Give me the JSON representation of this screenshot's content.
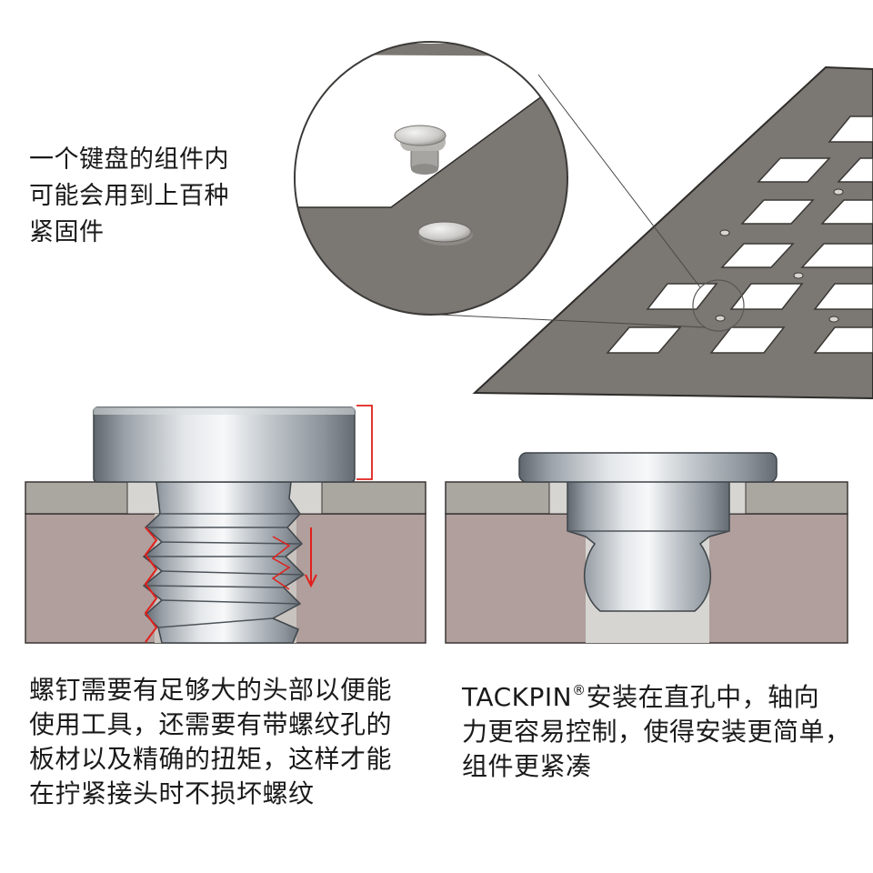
{
  "intro": {
    "lines": [
      "一个键盘的组件内",
      "可能会用到上百种",
      "紧固件"
    ]
  },
  "screw_caption": {
    "lines": [
      "螺钉需要有足够大的头部以便能",
      "使用工具，还需要有带螺纹孔的",
      "板材以及精确的扭矩，这样才能",
      "在拧紧接头时不损坏螺纹"
    ]
  },
  "tackpin_caption": {
    "brand": "TACKPIN",
    "reg_mark": "®",
    "line1_rest": "安装在直孔中，轴向",
    "lines": [
      "力更容易控制，使得安装更简单，",
      "组件更紧凑"
    ]
  },
  "colors": {
    "plate": "#7b7772",
    "plate_edge": "#2f2d2b",
    "sheet": "#aaa6a0",
    "base": "#b09f9c",
    "hole": "#d6d5d1",
    "metal_dark": "#7d848b",
    "metal_light": "#f2f4f6",
    "torque_red": "#e0201c"
  }
}
